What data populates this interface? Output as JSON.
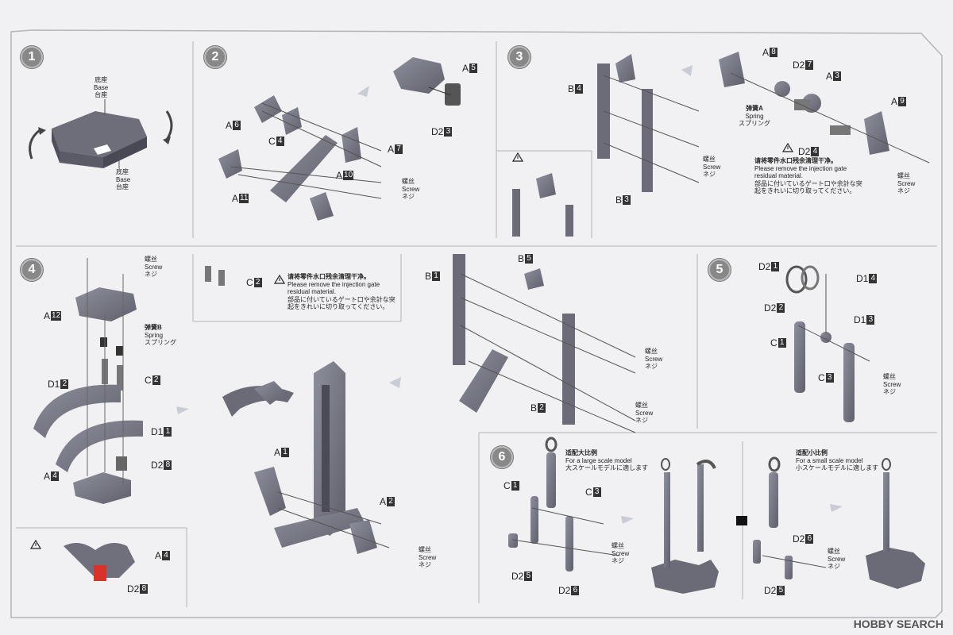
{
  "steps": {
    "s1": "1",
    "s2": "2",
    "s3": "3",
    "s4": "4",
    "s5": "5",
    "s6": "6"
  },
  "step1": {
    "base_top": [
      "底座",
      "Base",
      "台座"
    ],
    "base_bottom": [
      "底座",
      "Base",
      "台座"
    ]
  },
  "step2": {
    "A5": {
      "l": "A",
      "n": "5"
    },
    "D23": {
      "l": "D2",
      "n": "3"
    },
    "A6": {
      "l": "A",
      "n": "6"
    },
    "C4": {
      "l": "C",
      "n": "4"
    },
    "A7": {
      "l": "A",
      "n": "7"
    },
    "A10": {
      "l": "A",
      "n": "10"
    },
    "A11": {
      "l": "A",
      "n": "11"
    },
    "screw": [
      "螺丝",
      "Screw",
      "ネジ"
    ]
  },
  "step3": {
    "B4": {
      "l": "B",
      "n": "4"
    },
    "B3": {
      "l": "B",
      "n": "3"
    },
    "A8": {
      "l": "A",
      "n": "8"
    },
    "D27": {
      "l": "D2",
      "n": "7"
    },
    "A3": {
      "l": "A",
      "n": "3"
    },
    "A9": {
      "l": "A",
      "n": "9"
    },
    "D24": {
      "l": "D2",
      "n": "4"
    },
    "springA": [
      "弹簧A",
      "Spring",
      "スプリング"
    ],
    "screw_center": [
      "螺丝",
      "Screw",
      "ネジ"
    ],
    "screw_right": [
      "螺丝",
      "Screw",
      "ネジ"
    ],
    "note": [
      "请将零件水口残余清理干净。",
      "Please remove the injection gate",
      "residual material.",
      "部品に付いているゲート口や余計な突",
      "起をきれいに切り取ってください。"
    ]
  },
  "step4": {
    "screw_top": [
      "螺丝",
      "Screw",
      "ネジ"
    ],
    "A12": {
      "l": "A",
      "n": "12"
    },
    "springB": [
      "弹簧B",
      "Spring",
      "スプリング"
    ],
    "C2": {
      "l": "C",
      "n": "2"
    },
    "D12": {
      "l": "D1",
      "n": "2"
    },
    "D11": {
      "l": "D1",
      "n": "1"
    },
    "D28": {
      "l": "D2",
      "n": "8"
    },
    "A4": {
      "l": "A",
      "n": "4"
    },
    "inset_C2": {
      "l": "C",
      "n": "2"
    },
    "inset_note": [
      "请将零件水口残余清理干净。",
      "Please remove the injection gate",
      "residual material.",
      "部品に付いているゲート口や余計な突",
      "起をきれいに切り取ってください。"
    ],
    "A1": {
      "l": "A",
      "n": "1"
    },
    "A2": {
      "l": "A",
      "n": "2"
    },
    "screw_mid": [
      "螺丝",
      "Screw",
      "ネジ"
    ],
    "B1": {
      "l": "B",
      "n": "1"
    },
    "B5": {
      "l": "B",
      "n": "5"
    },
    "B2": {
      "l": "B",
      "n": "2"
    },
    "screw_r1": [
      "螺丝",
      "Screw",
      "ネジ"
    ],
    "screw_r2": [
      "螺丝",
      "Screw",
      "ネジ"
    ],
    "warn_A4": {
      "l": "A",
      "n": "4"
    },
    "warn_D28": {
      "l": "D2",
      "n": "8"
    }
  },
  "step5": {
    "D21": {
      "l": "D2",
      "n": "1"
    },
    "D14": {
      "l": "D1",
      "n": "4"
    },
    "D22": {
      "l": "D2",
      "n": "2"
    },
    "D13": {
      "l": "D1",
      "n": "3"
    },
    "C1": {
      "l": "C",
      "n": "1"
    },
    "C3": {
      "l": "C",
      "n": "3"
    },
    "screw": [
      "螺丝",
      "Screw",
      "ネジ"
    ]
  },
  "step6": {
    "large": [
      "适配大比例",
      "For a large scale model",
      "大スケールモデルに適します"
    ],
    "small": [
      "适配小比例",
      "For a small scale model",
      "小スケールモデルに適します"
    ],
    "C1": {
      "l": "C",
      "n": "1"
    },
    "C3": {
      "l": "C",
      "n": "3"
    },
    "D25": {
      "l": "D2",
      "n": "5"
    },
    "D26": {
      "l": "D2",
      "n": "6"
    },
    "screw_l": [
      "螺丝",
      "Screw",
      "ネジ"
    ],
    "D26b": {
      "l": "D2",
      "n": "6"
    },
    "D25b": {
      "l": "D2",
      "n": "5"
    },
    "screw_r": [
      "螺丝",
      "Screw",
      "ネジ"
    ]
  },
  "footer": {
    "brand": "HOBBY SEARCH"
  },
  "colors": {
    "part": "#7d7e8c",
    "part_dark": "#5a5b68",
    "line": "#9a9aa0",
    "accent": "#d9322b",
    "bg": "#f1f1f3"
  }
}
